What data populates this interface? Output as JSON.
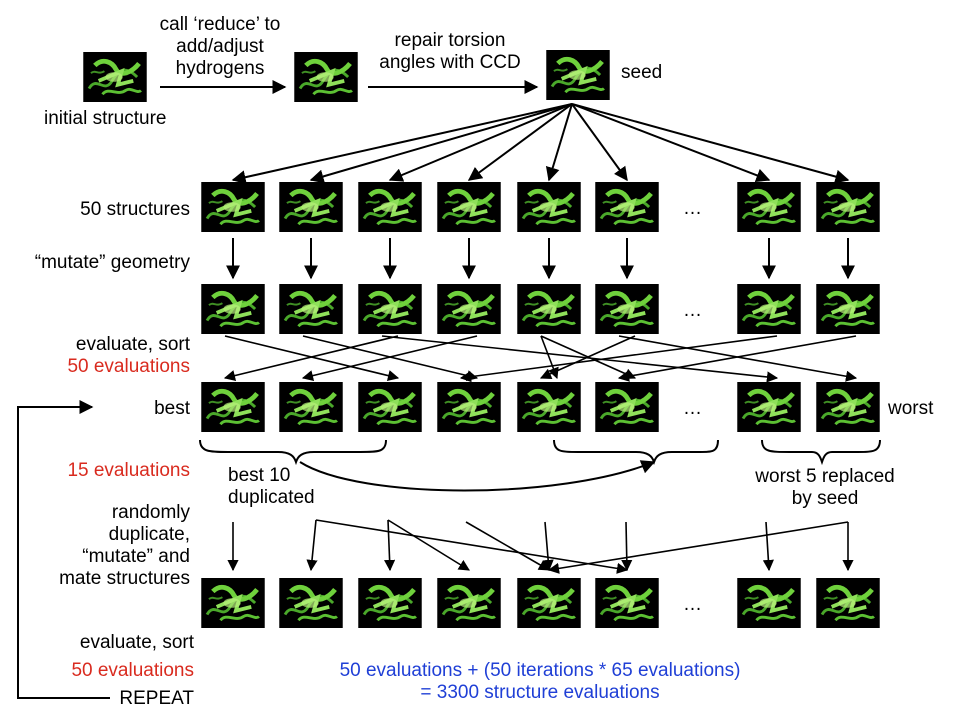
{
  "colors": {
    "thumb_bg": "#000000",
    "protein": "#6fd13c",
    "protein_light": "#b6f07a",
    "eval_red": "#d92b1f",
    "summary_blue": "#1f3fd6"
  },
  "thumbnail_icon": "protein-structure-icon",
  "top": {
    "step1": [
      "call ‘reduce’ to",
      "add/adjust",
      "hydrogens"
    ],
    "step2": [
      "repair torsion",
      "angles with CCD"
    ],
    "initial_structure": "initial structure",
    "seed": "seed"
  },
  "rows": {
    "structures_label": "50 structures",
    "mutate_label": "“mutate” geometry",
    "evaluate_sort": "evaluate, sort",
    "evaluations_50": "50 evaluations",
    "best": "best",
    "worst": "worst",
    "ellipsis": "…"
  },
  "selection": {
    "evaluations_15": "15 evaluations",
    "best10": [
      "best 10",
      "duplicated"
    ],
    "worst5": [
      "worst 5 replaced",
      "by seed"
    ]
  },
  "mate": {
    "label": [
      "randomly",
      "duplicate,",
      "“mutate” and",
      "mate structures"
    ]
  },
  "bottom": {
    "evaluate_sort": "evaluate, sort",
    "evaluations_50": "50 evaluations",
    "repeat": "REPEAT",
    "summary": [
      "50 evaluations + (50 iterations * 65 evaluations)",
      "= 3300 structure evaluations"
    ]
  }
}
